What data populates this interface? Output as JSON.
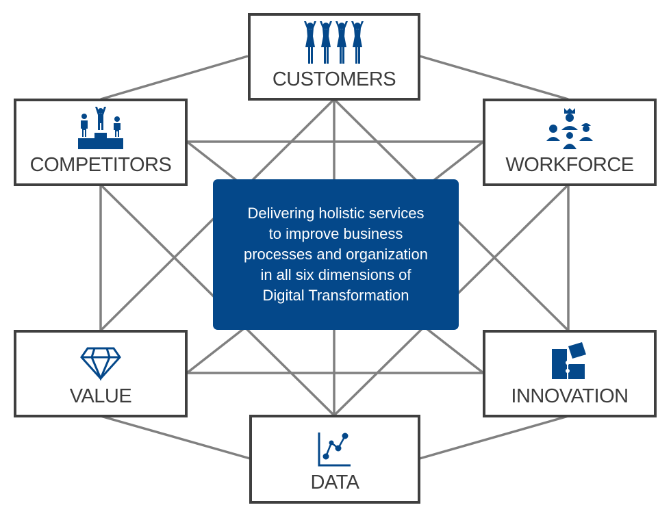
{
  "colors": {
    "accent": "#04488a",
    "line": "#808080",
    "border": "#3f3f3f",
    "text": "#3c3c3c"
  },
  "center": {
    "lines": [
      "Delivering holistic services",
      "to improve business",
      "processes and organization",
      "in all six dimensions of",
      "Digital Transformation"
    ]
  },
  "nodes": {
    "customers": {
      "label": "CUSTOMERS",
      "icon": "people-cheering-icon"
    },
    "competitors": {
      "label": "COMPETITORS",
      "icon": "podium-icon"
    },
    "workforce": {
      "label": "WORKFORCE",
      "icon": "workers-group-icon"
    },
    "value": {
      "label": "VALUE",
      "icon": "diamond-icon"
    },
    "innovation": {
      "label": "INNOVATION",
      "icon": "puzzle-icon"
    },
    "data": {
      "label": "DATA",
      "icon": "line-chart-icon"
    }
  }
}
